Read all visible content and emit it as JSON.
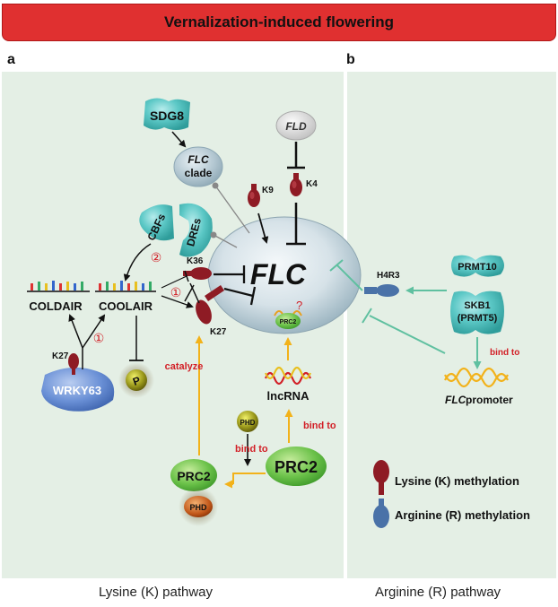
{
  "title": "Vernalization-induced flowering",
  "panels": {
    "a": {
      "letter": "a",
      "footer": "Lysine (K) pathway"
    },
    "b": {
      "letter": "b",
      "footer": "Arginine (R) pathway"
    }
  },
  "nodes": {
    "sdg8": "SDG8",
    "flc_clade_1": "FLC",
    "flc_clade_2": "clade",
    "fld": "FLD",
    "cbfs": "CBFs",
    "dres": "DREs",
    "coldair": "COLDAIR",
    "coolair": "COOLAIR",
    "wrky63": "WRKY63",
    "flc_main": "FLC",
    "prc2_in_flc": "PRC2",
    "p_mark": "P",
    "lncrna": "lncRNA",
    "phd_free": "PHD",
    "phd_bound": "PHD",
    "prc2_bound": "PRC2",
    "prc2_large": "PRC2",
    "prmt10": "PRMT10",
    "skb1_1": "SKB1",
    "skb1_2": "(PRMT5)",
    "flc_prom_1": "FLC",
    "flc_prom_2": " promoter"
  },
  "marks": {
    "k9": "K9",
    "k4": "K4",
    "k36": "K36",
    "k27_flc": "K27",
    "k27_wrky": "K27",
    "h4r3": "H4R3"
  },
  "annotations": {
    "circ1_top": "①",
    "circ1_bottom": "①",
    "circ2": "②",
    "question": "?",
    "catalyze": "catalyze",
    "bind_to_lnc": "bind to",
    "bind_to_phd": "bind to",
    "bind_to_skb1": "bind to"
  },
  "legend": {
    "lysine": "Lysine (K) methylation",
    "arginine": "Arginine (R) methylation"
  },
  "colors": {
    "banner": "#e03030",
    "panel_bg": "#e4efe5",
    "teal": "#46b7b5",
    "maroon": "#8e1b24",
    "blue_mark": "#4a72a8",
    "green_prc2": "#6cc24a",
    "orange_arrow": "#f2b21a",
    "teal_arrow": "#5fc0a0",
    "red_text": "#d21f26"
  }
}
